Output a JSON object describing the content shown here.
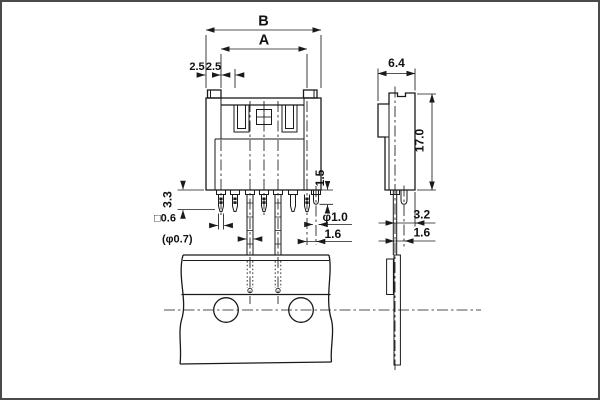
{
  "drawing": {
    "type": "connector-dimensional-drawing",
    "colors": {
      "line": "#1a1a1a",
      "background": "#ffffff",
      "border": "#4a4a4a"
    },
    "labels": {
      "overall_width": "B",
      "pin_span": "A",
      "edge_to_first_pin": "2.5",
      "pin_pitch": "2.5",
      "pin_protrusion": "3.3",
      "pin_cross_section": "□0.6",
      "pin_diameter_ref": "(φ0.7)",
      "boss_height": "1.5",
      "boss_diameter": "φ1.0",
      "boss_offset_front": "1.6",
      "body_depth": "6.4",
      "body_height": "17.0",
      "pin_to_back_face": "3.2",
      "pin_to_boss_side": "1.6"
    }
  }
}
